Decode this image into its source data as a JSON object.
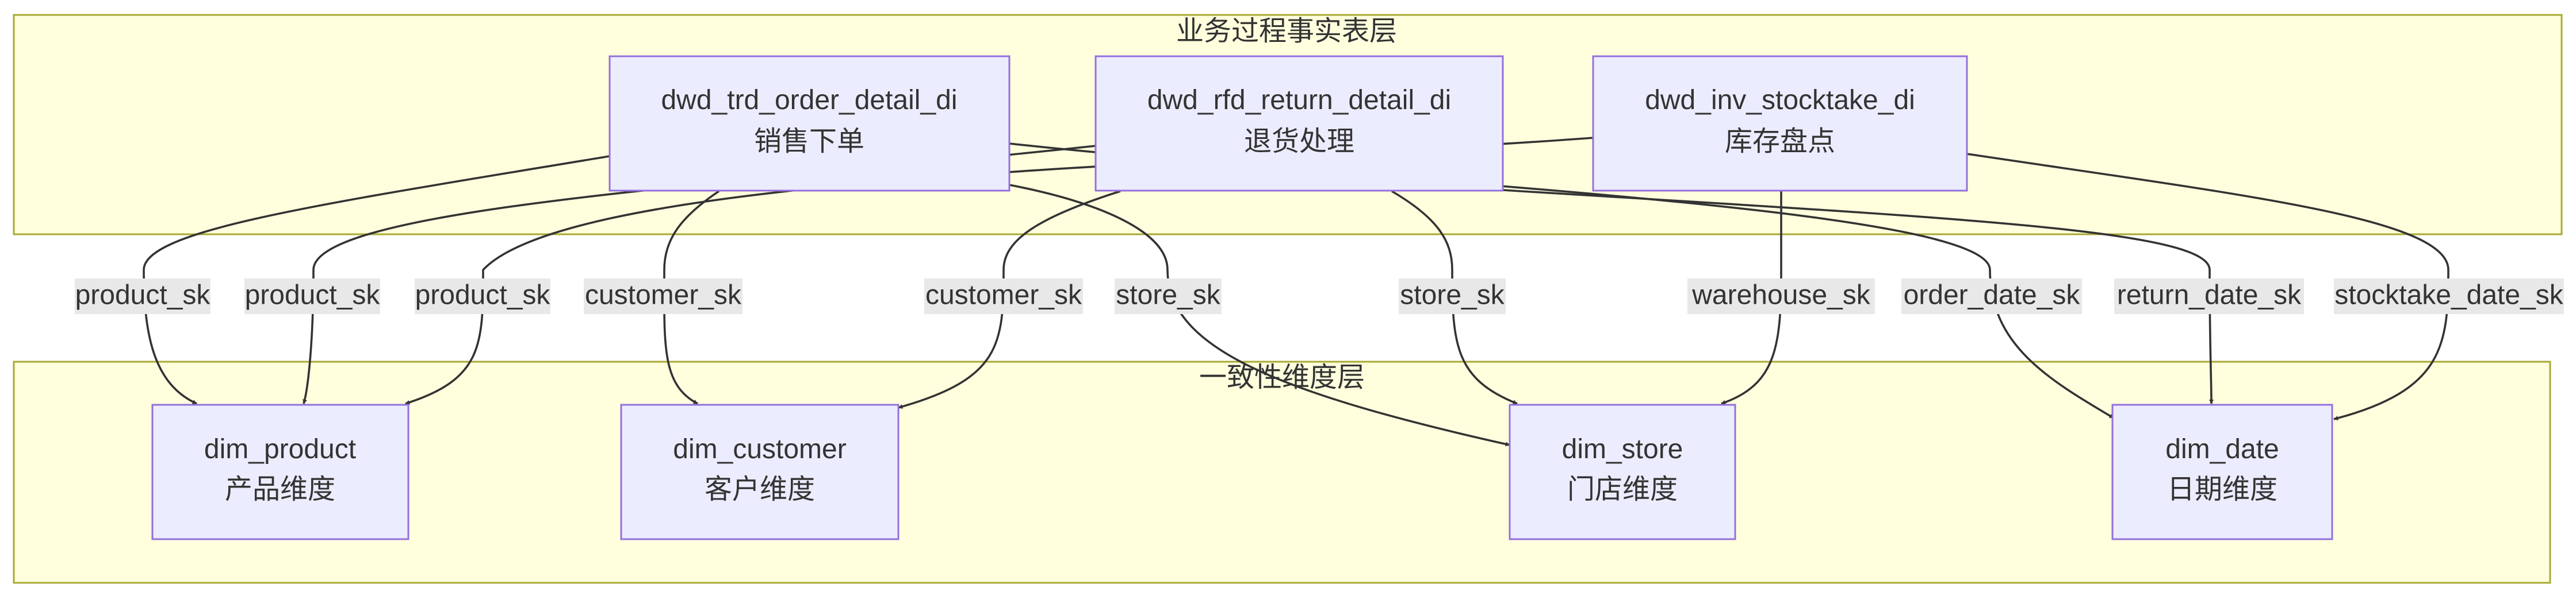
{
  "clusters": {
    "fact": {
      "title": "业务过程事实表层"
    },
    "dim": {
      "title": "一致性维度层"
    }
  },
  "nodes": {
    "order": {
      "name": "dwd_trd_order_detail_di",
      "desc": "销售下单"
    },
    "return": {
      "name": "dwd_rfd_return_detail_di",
      "desc": "退货处理"
    },
    "stock": {
      "name": "dwd_inv_stocktake_di",
      "desc": "库存盘点"
    },
    "product": {
      "name": "dim_product",
      "desc": "产品维度"
    },
    "customer": {
      "name": "dim_customer",
      "desc": "客户维度"
    },
    "store": {
      "name": "dim_store",
      "desc": "门店维度"
    },
    "date": {
      "name": "dim_date",
      "desc": "日期维度"
    }
  },
  "edges": [
    {
      "from": "order",
      "to": "product",
      "label": "product_sk"
    },
    {
      "from": "return",
      "to": "product",
      "label": "product_sk"
    },
    {
      "from": "stock",
      "to": "product",
      "label": "product_sk"
    },
    {
      "from": "order",
      "to": "customer",
      "label": "customer_sk"
    },
    {
      "from": "return",
      "to": "customer",
      "label": "customer_sk"
    },
    {
      "from": "order",
      "to": "store",
      "label": "store_sk"
    },
    {
      "from": "return",
      "to": "store",
      "label": "store_sk"
    },
    {
      "from": "stock",
      "to": "store",
      "label": "warehouse_sk"
    },
    {
      "from": "order",
      "to": "date",
      "label": "order_date_sk"
    },
    {
      "from": "return",
      "to": "date",
      "label": "return_date_sk"
    },
    {
      "from": "stock",
      "to": "date",
      "label": "stocktake_date_sk"
    }
  ],
  "colors": {
    "cluster_fill": "#ffffde",
    "cluster_stroke": "#aaaa33",
    "node_fill": "#ececff",
    "node_stroke": "#9370db",
    "edge": "#333333",
    "label_bg": "#e8e8e8",
    "text": "#333333"
  }
}
